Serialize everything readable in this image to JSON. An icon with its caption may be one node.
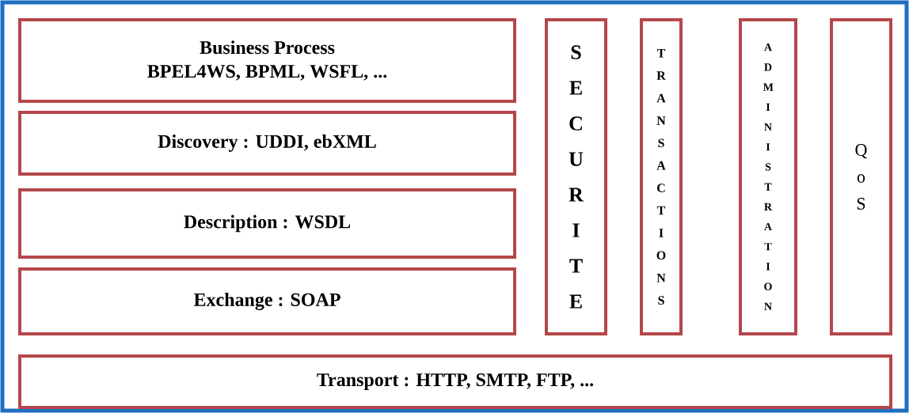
{
  "diagram": {
    "nodes": [
      {
        "text": [
          "Business Process",
          "BPEL4WS, BPML, WSFL, ..."
        ]
      },
      {
        "text": [
          "Discovery : UDDI, ebXML"
        ]
      },
      {
        "text": [
          "Description : WSDL"
        ]
      },
      {
        "text": [
          "Exchange : SOAP"
        ]
      },
      {
        "text": [
          "SECURITE"
        ]
      },
      {
        "text": [
          "TRANSACTIONS"
        ]
      },
      {
        "text": [
          "ADMINISTRATION"
        ]
      },
      {
        "text": [
          "QoS"
        ]
      },
      {
        "text": [
          "Transport : HTTP, SMTP, FTP, ..."
        ]
      }
    ],
    "edges": []
  }
}
